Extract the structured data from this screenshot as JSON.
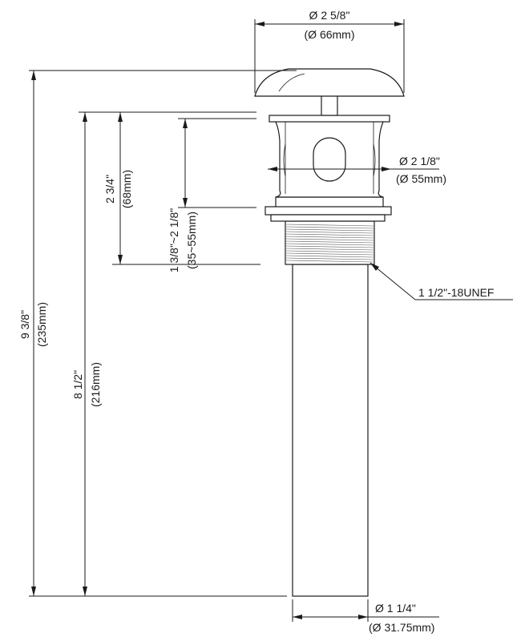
{
  "dimensions": {
    "cap_diameter": {
      "imperial": "Ø 2 5/8\"",
      "metric": "(Ø 66mm)"
    },
    "body_diameter": {
      "imperial": "Ø 2 1/8\"",
      "metric": "(Ø 55mm)"
    },
    "thread_spec": "1 1/2\"-18UNEF",
    "tail_diameter": {
      "imperial": "Ø 1 1/4\"",
      "metric": "(Ø 31.75mm)"
    },
    "overall_height": {
      "imperial": "9 3/8\"",
      "metric": "(235mm)"
    },
    "body_height": {
      "imperial": "8 1/2\"",
      "metric": "(216mm)"
    },
    "flange_height": {
      "imperial": "2 3/4\"",
      "metric": "(68mm)"
    },
    "thread_range": {
      "imperial": "1 3/8\"~2 1/8\"",
      "metric": "(35~55mm)"
    }
  }
}
